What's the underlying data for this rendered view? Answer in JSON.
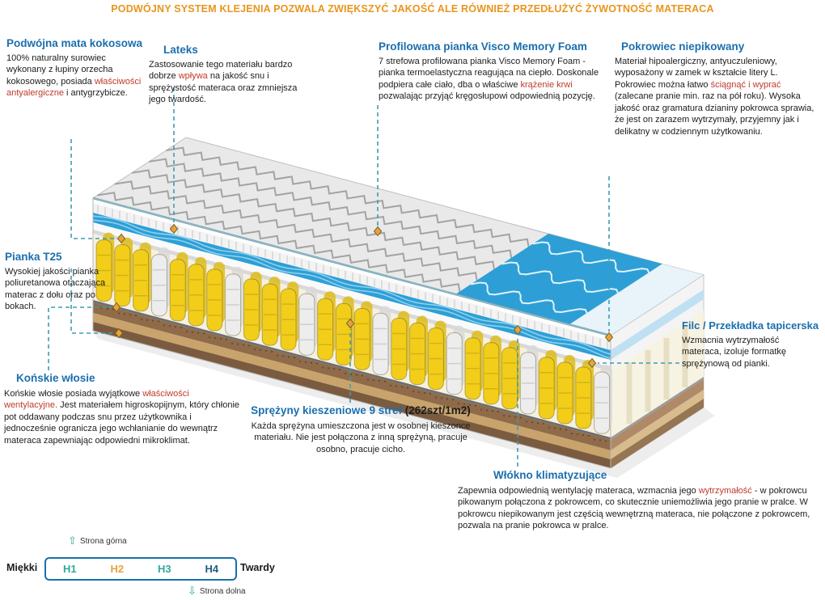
{
  "header": {
    "title": "PODWÓJNY SYSTEM KLEJENIA POZWALA ZWIĘKSZYĆ JAKOŚĆ ALE RÓWNIEŻ PRZEDŁUŻYĆ ŻYWOTNOŚĆ MATERACA"
  },
  "annotations": {
    "coco": {
      "title": "Podwójna mata kokosowa",
      "body_pre": "100% naturalny surowiec wykonany z łupiny orzecha kokosowego, posiada ",
      "body_hl": "właściwości antyalergiczne",
      "body_post": " i antygrzybicze."
    },
    "lateks": {
      "title": "Lateks",
      "body_pre": "Zastosowanie tego materiału bardzo dobrze ",
      "body_hl": "wpływa",
      "body_post": " na jakość snu i sprężystość materaca oraz zmniejsza jego twardość."
    },
    "visco": {
      "title": "Profilowana pianka Visco Memory Foam",
      "body_pre": "7 strefowa profilowana pianka Visco Memory Foam - pianka termoelastyczna reagująca na ciepło. Doskonale podpiera całe ciało, dba o właściwe ",
      "body_hl": "krążenie krwi",
      "body_post": " pozwalając przyjąć kręgosłupowi odpowiednią pozycję."
    },
    "pokrowiec": {
      "title": "Pokrowiec niepikowany",
      "body_pre": "Materiał hipoalergiczny, antyuczuleniowy, wyposażony w zamek w kształcie litery L. Pokrowiec można łatwo ",
      "body_hl": "ściągnąć i wyprać",
      "body_post": " (zalecane pranie min. raz na pół roku). Wysoka jakość oraz gramatura dzianiny pokrowca sprawia, że jest on zarazem wytrzymały, przyjemny jak i delikatny w codziennym użytkowaniu."
    },
    "pianka_t25": {
      "title": "Pianka T25",
      "body": "Wysokiej jakości pianka poliuretanowa otaczająca materac z dołu oraz po bokach."
    },
    "konskie": {
      "title": "Końskie włosie",
      "body_pre": "Końskie włosie posiada wyjątkowe ",
      "body_hl": "właściwości wentylacyjne.",
      "body_post": " Jest materiałem higroskopijnym, który chłonie pot oddawany podczas snu przez użytkownika i jednocześnie ogranicza jego wchłanianie do wewnątrz materaca zapewniając odpowiedni mikroklimat."
    },
    "sprezyny": {
      "title": "Sprężyny kieszeniowe 9 stref",
      "title_suffix": " (262szt/1m2)",
      "body": "Każda sprężyna umieszczona jest w osobnej kieszonce materiału. Nie jest połączona z inną sprężyną, pracuje osobno, pracuje cicho."
    },
    "filc": {
      "title": "Filc / Przekładka tapicerska",
      "body": "Wzmacnia wytrzymałość materaca, izoluje formatkę sprężynową od pianki."
    },
    "wlokno": {
      "title": "Włókno klimatyzujące",
      "body_pre": "Zapewnia odpowiednią wentylację materaca, wzmacnia jego ",
      "body_hl": "wytrzymałość",
      "body_post": " - w pokrowcu pikowanym połączona z pokrowcem, co skutecznie uniemożliwia jego pranie w pralce. W pokrowcu niepikowanym jest częścią wewnętrzną materaca, nie połączone z pokrowcem, pozwala na pranie pokrowca w pralce."
    }
  },
  "scale": {
    "top_label": "Strona górna",
    "bottom_label": "Strona dolna",
    "left_label": "Miękki",
    "right_label": "Twardy",
    "levels": [
      "H1",
      "H2",
      "H3",
      "H4"
    ],
    "level_colors": [
      "#2FA89B",
      "#E8A33D",
      "#2FA89B",
      "#1B5E86"
    ]
  },
  "colors": {
    "heading_blue": "#1B6FAE",
    "header_orange": "#E8951D",
    "leader_teal": "#3D9DB3",
    "highlight_red": "#C0392B",
    "spring_yellow": "#F2CE1B",
    "wave_blue": "#2D9FD6"
  }
}
